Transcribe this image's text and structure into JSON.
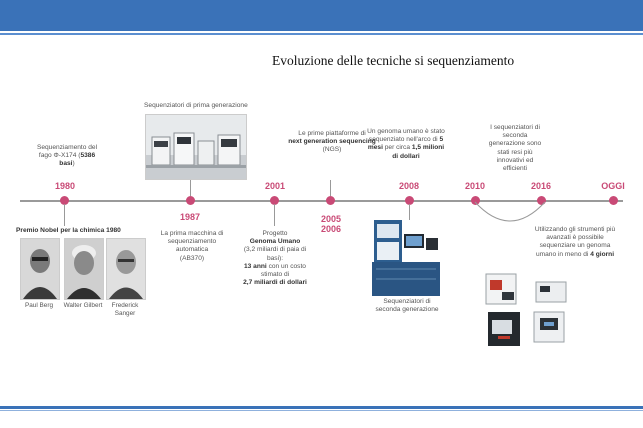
{
  "page": {
    "title": "Evoluzione delle tecniche si sequenziamento"
  },
  "timeline": {
    "years": {
      "y1980": "1980",
      "y1987": "1987",
      "y2001": "2001",
      "y2005": "2005",
      "y2006": "2006",
      "y2008": "2008",
      "y2010": "2010",
      "y2016": "2016",
      "oggi": "OGGI"
    },
    "notes": {
      "fago_a": "Sequenziamento del",
      "fago_b": "fago Φ-X174 (",
      "fago_c": "5386",
      "fago_d": "basi",
      "fago_e": ")",
      "prima_gen": "Sequenziatori di prima generazione",
      "nobel": "Premio Nobel per la chimica 1980",
      "macchina": "La prima macchina di sequenziamento automatica",
      "macchina_model": "(AB370)",
      "progetto_a": "Progetto",
      "progetto_b": "Genoma Umano",
      "progetto_c": "(3,2 miliardi di paia di basi):",
      "progetto_d": "13 anni",
      "progetto_e": " con un costo stimato di",
      "progetto_f": "2,7 miliardi di dollari",
      "ngs_a": "Le prime piattaforme di",
      "ngs_b": "next generation sequencing",
      "ngs_c": "(NGS)",
      "genoma_a": "Un genoma umano è stato sequenziato nell'arco di ",
      "genoma_b": "5 mesi",
      "genoma_c": " per circa ",
      "genoma_d": "1,5 milioni di dollari",
      "seconda_a": "I sequenziatori di seconda generazione sono stati resi più innovativi ed efficienti",
      "seconda_cap": "Sequenziatori di seconda generazione",
      "oggi_a": "Utilizzando gli strumenti più avanzati è possibile sequenziare un genoma umano in meno di ",
      "oggi_b": "4 giorni"
    },
    "people": {
      "berg": "Paul Berg",
      "gilbert": "Walter Gilbert",
      "sanger": "Frederick Sanger"
    }
  },
  "colors": {
    "accent": "#c94a76",
    "header": "#3a72b8"
  }
}
